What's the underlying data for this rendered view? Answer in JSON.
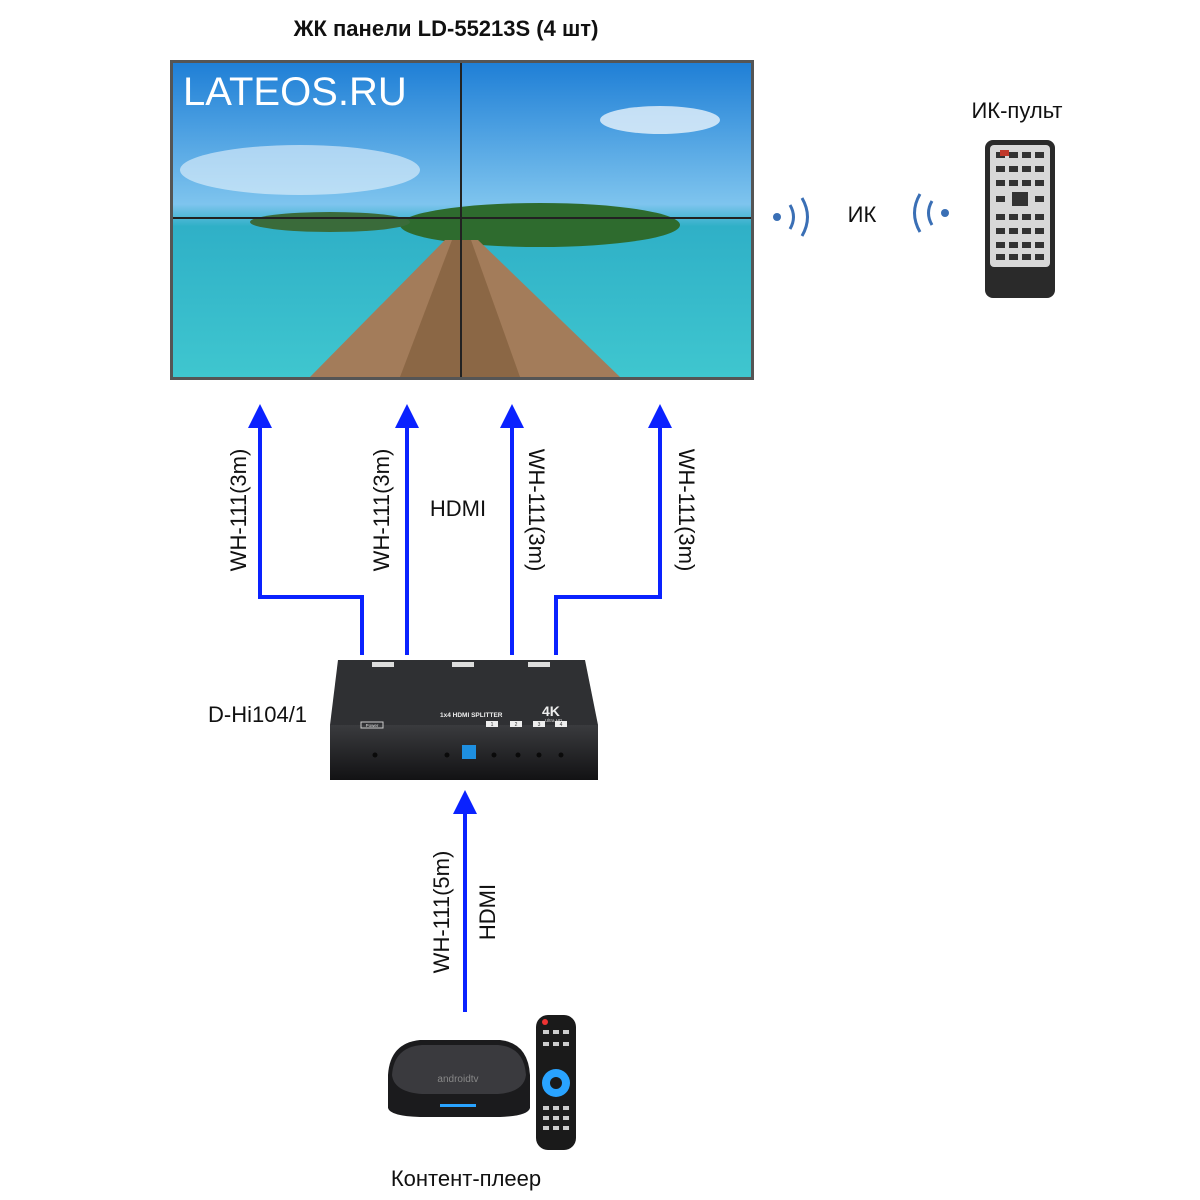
{
  "title": "ЖК панели LD-55213S (4 шт)",
  "wall": {
    "watermark": "LATEOS.RU"
  },
  "ir": {
    "label": "ИК",
    "remote_label": "ИК-пульт"
  },
  "splitter": {
    "label": "D-Hi104/1",
    "face_text": "1x4 HDMI SPLITTER",
    "badge": "4K",
    "badge_sub": "Ultra HD",
    "power": "Power",
    "ports": [
      "1",
      "2",
      "3",
      "4"
    ]
  },
  "outputs": [
    {
      "cable": "WH-111(3m)"
    },
    {
      "cable": "WH-111(3m)"
    },
    {
      "cable": "WH-111(3m)"
    },
    {
      "cable": "WH-111(3m)"
    }
  ],
  "hdmi_top": "HDMI",
  "input": {
    "cable": "WH-111(5m)",
    "type": "HDMI"
  },
  "player": {
    "label": "Контент-плеер",
    "brand": "androidtv"
  },
  "colors": {
    "arrow": "#0a22ff",
    "device": "#2a2b2e"
  }
}
